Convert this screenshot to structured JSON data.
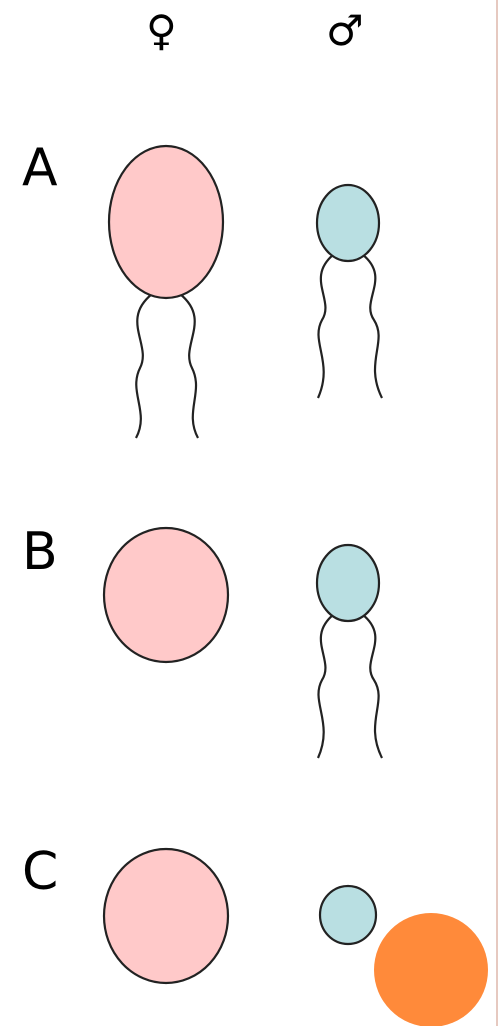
{
  "header": {
    "female_symbol": "♀",
    "male_symbol": "♂"
  },
  "rows": [
    {
      "label": "A"
    },
    {
      "label": "B"
    },
    {
      "label": "C"
    }
  ],
  "colors": {
    "female_gamete": "#ffc9c9",
    "male_gamete": "#b9dfe2",
    "outline": "#222222",
    "orange_marker": "#ff8a3a"
  }
}
